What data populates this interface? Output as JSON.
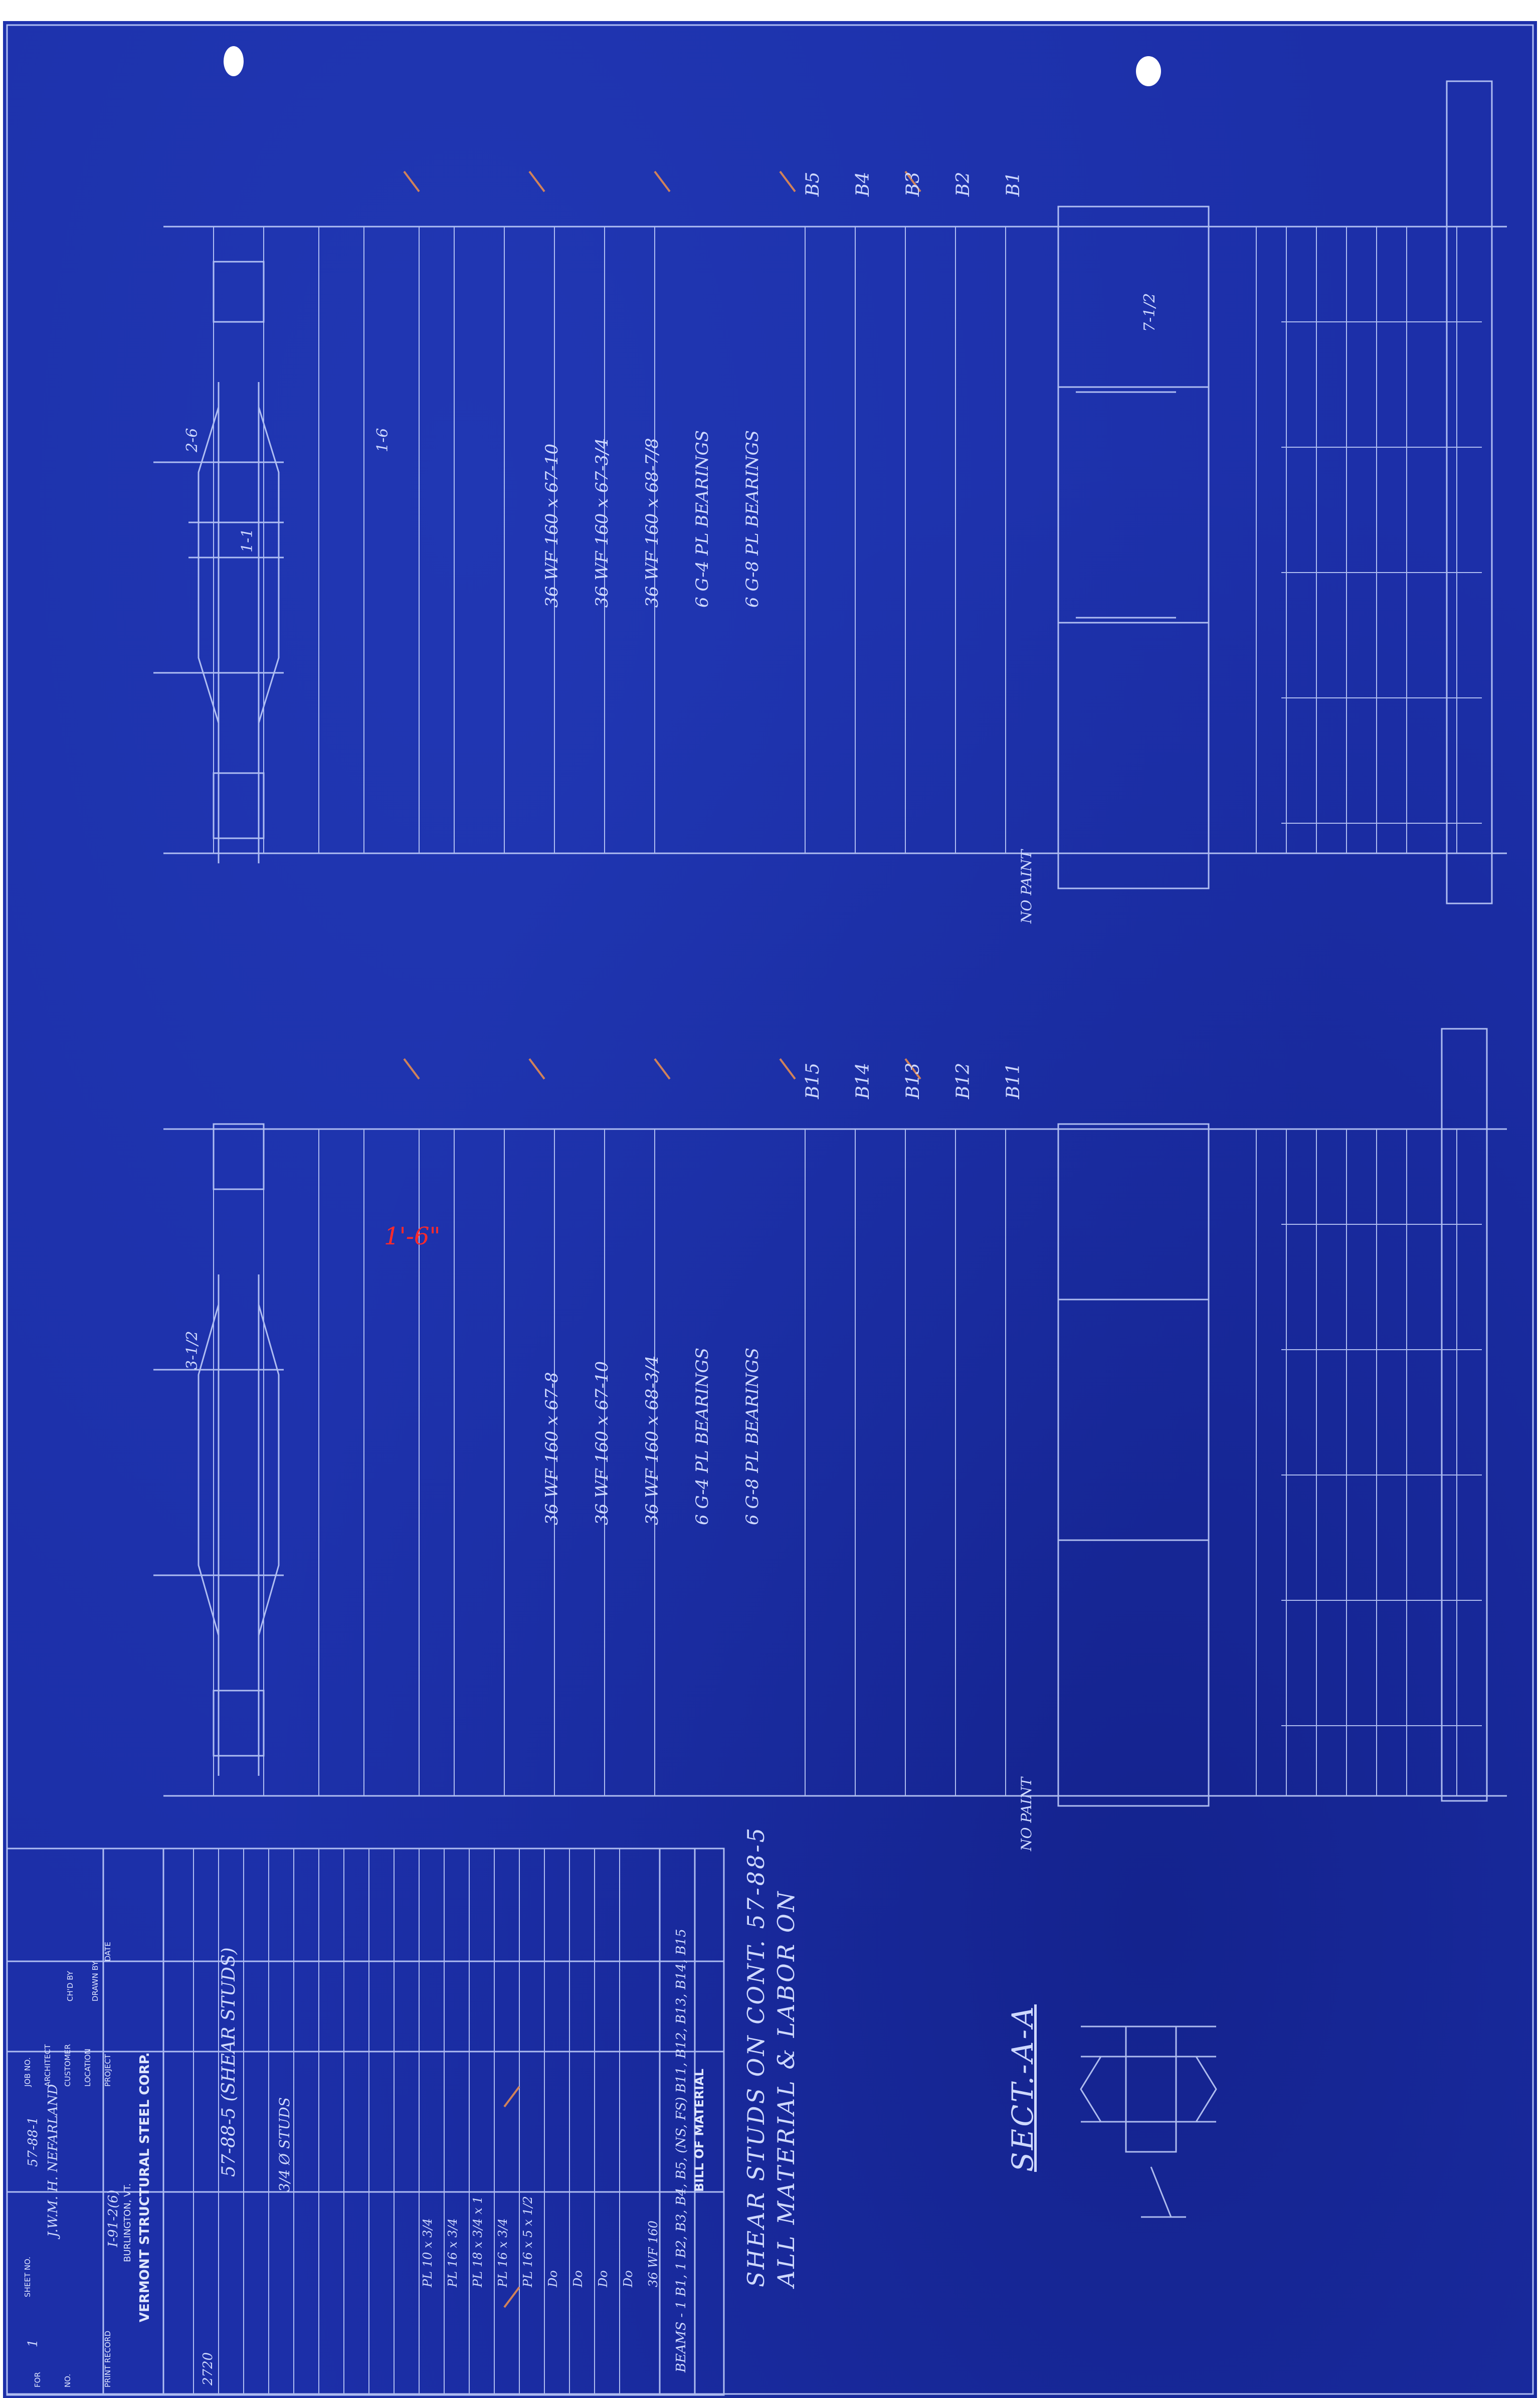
{
  "colors": {
    "paper": "#1c2fa8",
    "line": "#c9d6ff",
    "pencil": "#d0825a",
    "red": "#ff2a2a"
  },
  "notes": {
    "line1": "ALL MATERIAL & LABOR ON",
    "line2": "SHEAR STUDS ON CONT. 57-88-5",
    "section": "SECT.-A-A",
    "no_paint": "NO PAINT"
  },
  "title_block": {
    "bill_of_material": "BILL OF MATERIAL",
    "firm": "VERMONT STRUCTURAL STEEL CORP.",
    "city": "BURLINGTON, VT.",
    "drawn_by_label": "DRAWN BY",
    "chkd_by_label": "CH'D BY",
    "date_label": "DATE",
    "project_label": "PROJECT",
    "location_label": "LOCATION",
    "customer_label": "CUSTOMER",
    "architect_label": "ARCHITECT",
    "job_no_label": "JOB NO.",
    "sheet_no_label": "SHEET NO.",
    "print_record_label": "PRINT RECORD",
    "no_label": "NO.",
    "for_label": "FOR",
    "project": "I-91-2(6)",
    "job_no": "57-88-1",
    "sheet_no": "1",
    "architect": "J.W.M. H. NEFARLAND"
  },
  "bom": {
    "header": "BEAMS - 1 B1, 1 B2, B3, B4, B5, (NS, FS) B11, B12, B13, B14, B15",
    "rows": [
      "36 WF 160",
      "Do",
      "Do",
      "Do",
      "Do",
      "PL 16 x 5 x 1/2",
      "PL 16 x 3/4",
      "PL 18 x 3/4 x 1",
      "PL 16 x 3/4",
      "PL 10 x 3/4"
    ],
    "studs": "57-88-5 (SHEAR STUDS)",
    "studs_count": "2720",
    "studs_label": "3/4 Ø STUDS"
  },
  "beam_marks_top": [
    "B1",
    "B2",
    "B3",
    "B4",
    "B5"
  ],
  "beam_marks_bottom": [
    "B11",
    "B12",
    "B13",
    "B14",
    "B15"
  ],
  "descriptions_top": [
    "36 WF 160 x 68-7/8",
    "36 WF 160 x 67-3/4",
    "36 WF 160 x 67-10",
    "6 G-8 PL BEARINGS",
    "6 G-4 PL BEARINGS"
  ],
  "descriptions_bottom": [
    "36 WF 160 x 68-3/4",
    "36 WF 160 x 67-10",
    "36 WF 160 x 67-8",
    "6 G-8 PL BEARINGS",
    "6 G-4 PL BEARINGS"
  ],
  "dim_marks": [
    "2-6",
    "1-6",
    "7-1/2",
    "1-1",
    "3-1/2"
  ]
}
